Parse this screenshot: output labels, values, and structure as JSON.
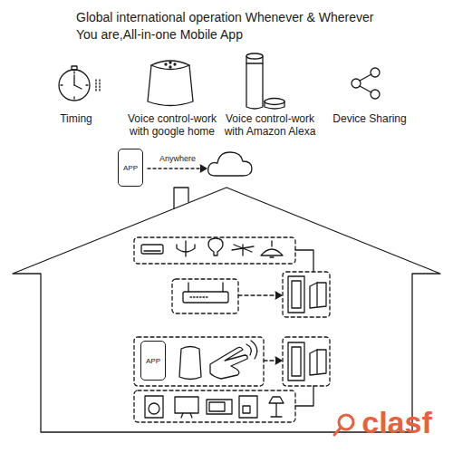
{
  "diagram": {
    "title": "Global international operation Whenever & Wherever You are,All-in-one Mobile App",
    "nodes": [
      {
        "text": [
          "APP"
        ]
      },
      {
        "text": [
          "APP"
        ]
      }
    ],
    "labels": [
      "Timing",
      "Voice control-work with google home",
      "Voice control-work with Amazon Alexa",
      "Device Sharing",
      "Anywhere",
      "clasf"
    ]
  }
}
